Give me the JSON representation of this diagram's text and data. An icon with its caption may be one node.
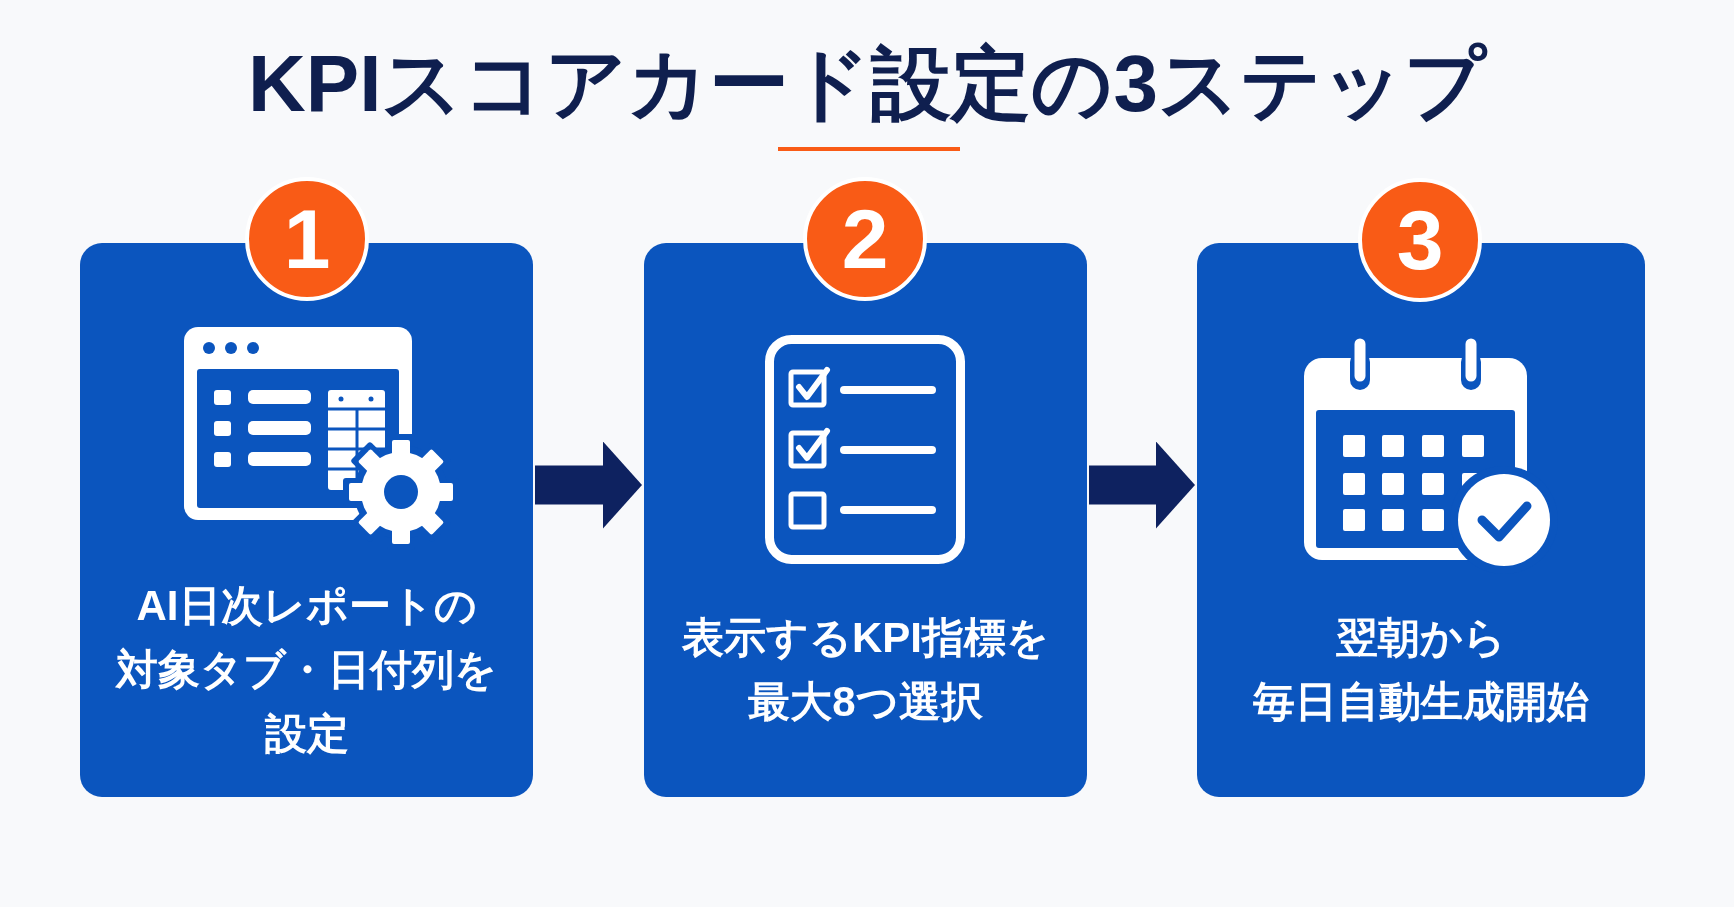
{
  "diagram": {
    "title": "KPIスコアカード設定の3ステップ",
    "nodes": [
      {
        "text": [
          "1"
        ]
      },
      {
        "text": [
          "AI日次レポートの対象タブ・日付列を設定"
        ]
      },
      {
        "text": [
          "2"
        ]
      },
      {
        "text": [
          "表示するKPI指標を最大8つ選択"
        ]
      },
      {
        "text": [
          "3"
        ]
      },
      {
        "text": [
          "翌朝から毎日自動生成開始"
        ]
      }
    ],
    "edges": [
      {
        "from": 1,
        "to": 3,
        "arrow": "to"
      },
      {
        "from": 3,
        "to": 5,
        "arrow": "to"
      }
    ]
  }
}
